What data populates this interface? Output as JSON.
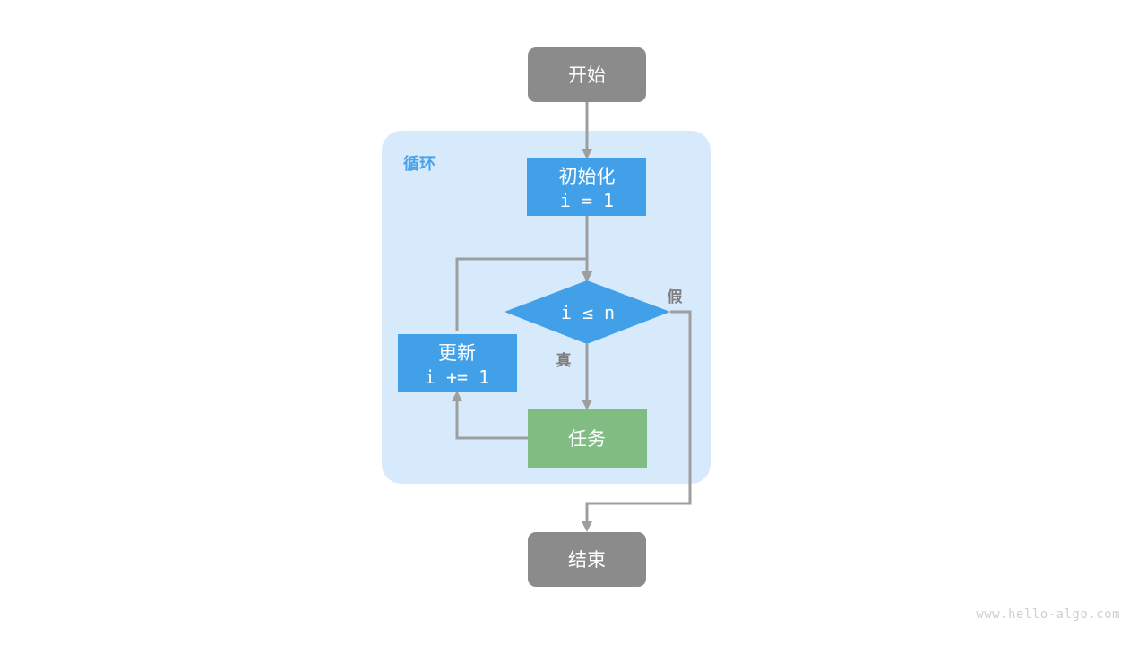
{
  "diagram": {
    "title_watermark": "www.hello-algo.com",
    "colors": {
      "terminal": "#8b8b8b",
      "process_blue": "#42a0e8",
      "task_green": "#81bd82",
      "loop_container": "#d6eafb",
      "edge": "#9e9e9e",
      "group_label": "#4aa3ea",
      "edge_label": "#7e7e7e",
      "node_text": "#ffffff",
      "background": "#ffffff",
      "watermark": "#cfcfcf"
    },
    "group": {
      "label": "循环"
    },
    "nodes": {
      "start": {
        "label": "开始",
        "shape": "terminal-rounded"
      },
      "init": {
        "label_line1": "初始化",
        "label_line2": "i = 1",
        "shape": "rect"
      },
      "condition": {
        "label": "i ≤ n",
        "shape": "diamond"
      },
      "update": {
        "label_line1": "更新",
        "label_line2": "i += 1",
        "shape": "rect"
      },
      "task": {
        "label": "任务",
        "shape": "rect"
      },
      "end": {
        "label": "结束",
        "shape": "terminal-rounded"
      }
    },
    "edges": {
      "true_label": "真",
      "false_label": "假"
    }
  }
}
